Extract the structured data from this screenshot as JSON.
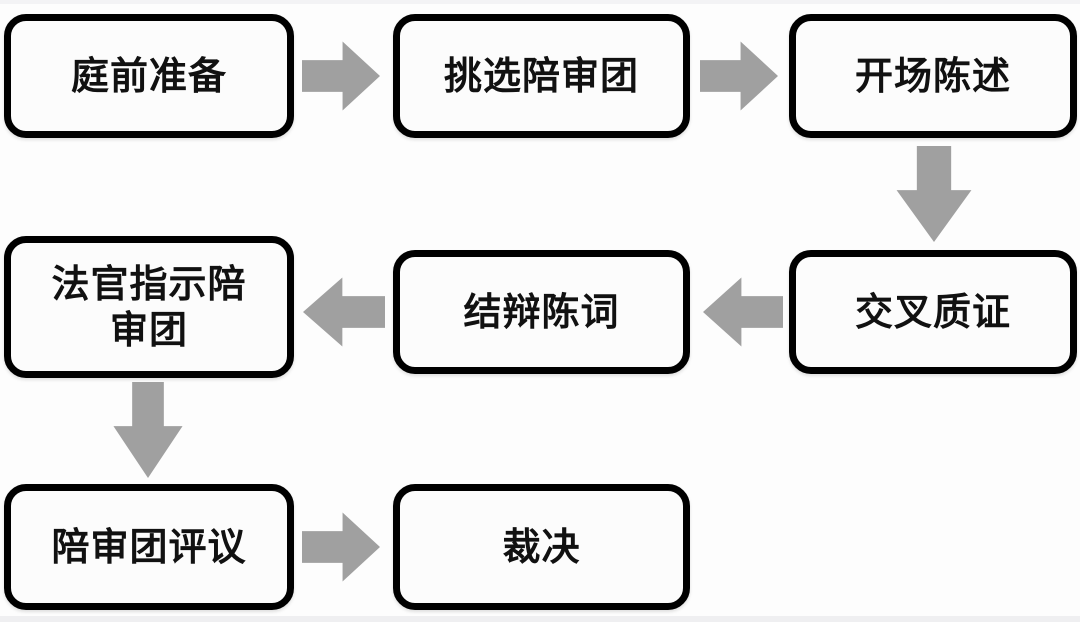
{
  "diagram": {
    "type": "flowchart",
    "orientation": "serpentine-left-to-right-then-right-to-left",
    "colors": {
      "node_border": "#000000",
      "node_fill": "#fcfcfc",
      "arrow": "#a0a0a0",
      "background": "#fdfdfd",
      "text": "#111111"
    },
    "nodes": [
      {
        "id": "n1",
        "label": "庭前准备",
        "row": 1,
        "col": 1
      },
      {
        "id": "n2",
        "label": "挑选陪审团",
        "row": 1,
        "col": 2
      },
      {
        "id": "n3",
        "label": "开场陈述",
        "row": 1,
        "col": 3
      },
      {
        "id": "n4",
        "label": "交叉质证",
        "row": 2,
        "col": 3
      },
      {
        "id": "n5",
        "label": "结辩陈词",
        "row": 2,
        "col": 2
      },
      {
        "id": "n6",
        "label": "法官指示陪\n审团",
        "row": 2,
        "col": 1
      },
      {
        "id": "n7",
        "label": "陪审团评议",
        "row": 3,
        "col": 1
      },
      {
        "id": "n8",
        "label": "裁决",
        "row": 3,
        "col": 2
      }
    ],
    "connectors": [
      {
        "id": "a1",
        "from": "n1",
        "to": "n2",
        "direction": "right"
      },
      {
        "id": "a2",
        "from": "n2",
        "to": "n3",
        "direction": "right"
      },
      {
        "id": "a3",
        "from": "n3",
        "to": "n4",
        "direction": "down"
      },
      {
        "id": "a4",
        "from": "n4",
        "to": "n5",
        "direction": "left"
      },
      {
        "id": "a5",
        "from": "n5",
        "to": "n6",
        "direction": "left"
      },
      {
        "id": "a6",
        "from": "n6",
        "to": "n7",
        "direction": "down"
      },
      {
        "id": "a7",
        "from": "n7",
        "to": "n8",
        "direction": "right"
      }
    ]
  }
}
